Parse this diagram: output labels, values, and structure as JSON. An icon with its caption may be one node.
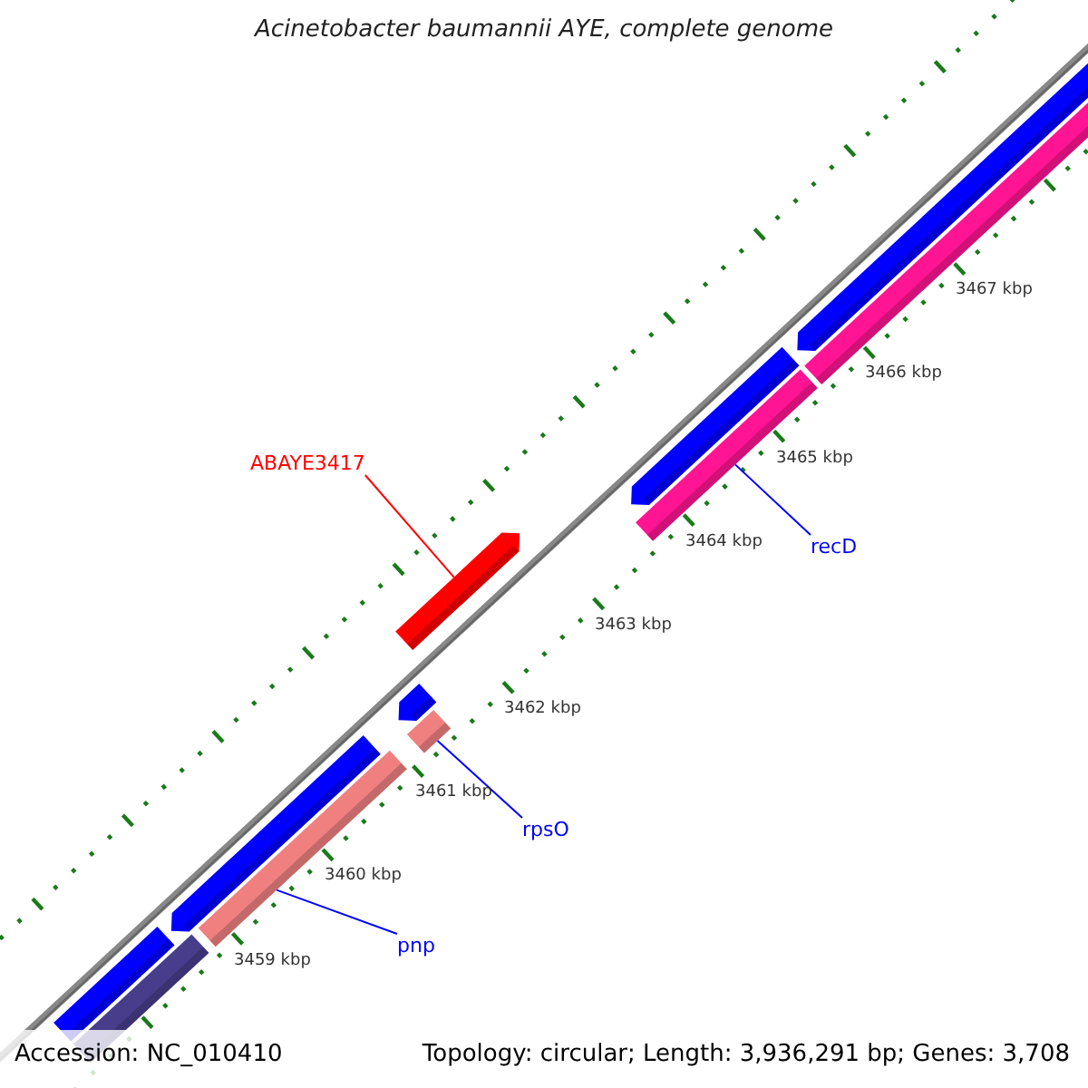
{
  "diagram": {
    "title": "Acinetobacter baumannii AYE, complete genome",
    "nodes": [
      {
        "text": [
          "ABAYE3417"
        ]
      },
      {
        "text": [],
        "shape": "bar"
      },
      {
        "text": [
          "rpsO"
        ]
      },
      {
        "text": [],
        "shape": "bar"
      },
      {
        "text": [
          "pnp"
        ]
      },
      {
        "text": [],
        "shape": "bar"
      },
      {
        "text": [
          "recD"
        ]
      },
      {
        "text": [],
        "shape": "bar"
      }
    ],
    "edges": [
      {
        "from": 0,
        "to": 1,
        "arrow": "none",
        "color": "#ff0000"
      },
      {
        "from": 2,
        "to": 3,
        "arrow": "none"
      },
      {
        "from": 4,
        "to": 5,
        "arrow": "none"
      },
      {
        "from": 6,
        "to": 7,
        "arrow": "none"
      }
    ],
    "labels": [
      "3467 kbp",
      "3466 kbp",
      "3465 kbp",
      "3464 kbp",
      "3463 kbp",
      "3462 kbp",
      "3461 kbp",
      "3460 kbp",
      "3459 kbp",
      "Accession: NC_010410",
      "Topology: circular; Length: 3,936,291 bp; Genes: 3,708"
    ]
  }
}
